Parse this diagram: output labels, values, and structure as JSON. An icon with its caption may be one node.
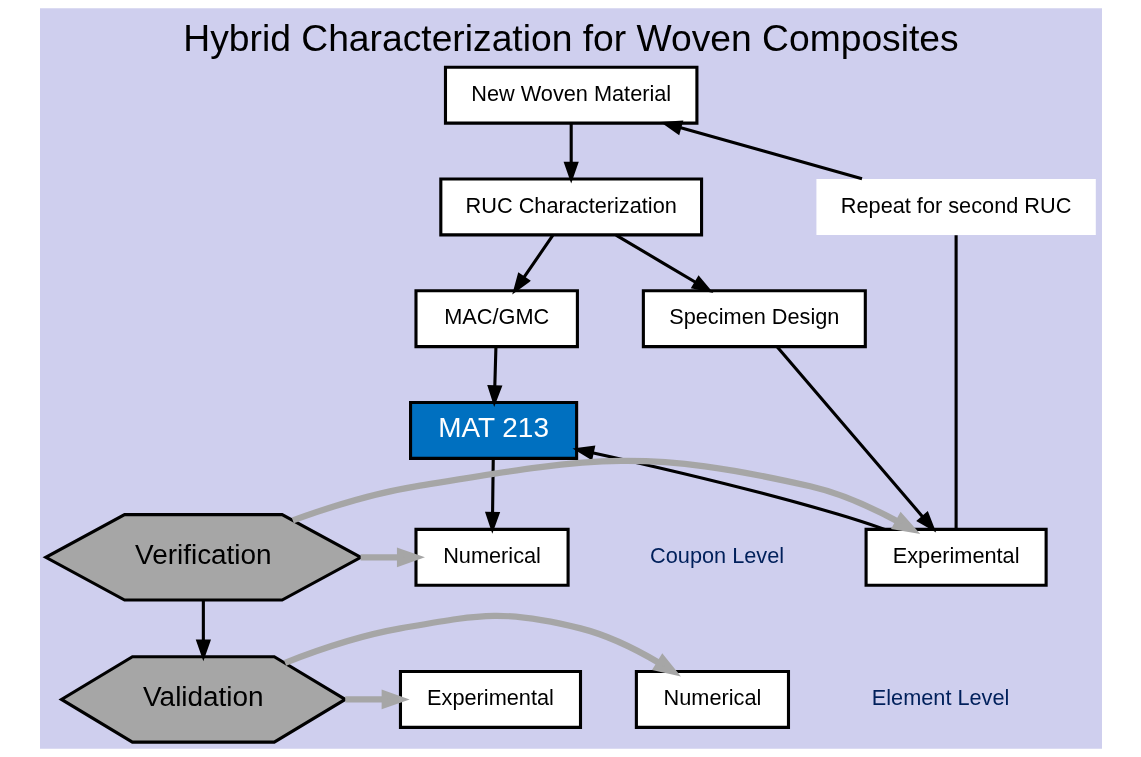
{
  "diagram": {
    "title": "Hybrid Characterization for Woven Composites",
    "nodes": [
      {
        "text": [
          "New Woven Material"
        ]
      },
      {
        "text": [
          "RUC Characterization"
        ]
      },
      {
        "text": [
          "Specimen Design"
        ]
      },
      {
        "text": [
          "MAC/GMC"
        ]
      },
      {
        "text": [
          "MAT 213"
        ]
      },
      {
        "text": [
          "Experimental"
        ]
      },
      {
        "text": [
          "Verification"
        ]
      },
      {
        "text": [
          "Numerical"
        ]
      },
      {
        "text": [
          "Experimental"
        ]
      },
      {
        "text": [
          "Validation"
        ]
      },
      {
        "text": [
          "Numerical"
        ]
      },
      {
        "text": [
          "Repeat for second RUC"
        ]
      }
    ],
    "edges": [
      {
        "from": 0,
        "to": 1,
        "arrow": "to"
      },
      {
        "from": 1,
        "to": 2,
        "arrow": "to"
      },
      {
        "from": 1,
        "to": 3,
        "arrow": "to"
      },
      {
        "from": 2,
        "to": 5,
        "arrow": "to"
      },
      {
        "from": 3,
        "to": 4,
        "arrow": "to"
      },
      {
        "from": 5,
        "to": 4,
        "arrow": "to"
      },
      {
        "from": 4,
        "to": 7,
        "arrow": "to"
      },
      {
        "from": 6,
        "to": 5,
        "arrow": "to",
        "style": "thick",
        "color": "#a6a6a6"
      },
      {
        "from": 6,
        "to": 7,
        "arrow": "to",
        "style": "thick",
        "color": "#a6a6a6"
      },
      {
        "from": 6,
        "to": 9,
        "arrow": "to"
      },
      {
        "from": 9,
        "to": 8,
        "arrow": "to",
        "style": "thick",
        "color": "#a6a6a6"
      },
      {
        "from": 9,
        "to": 10,
        "arrow": "to",
        "style": "thick",
        "color": "#a6a6a6"
      },
      {
        "from": 5,
        "to": 11,
        "arrow": "none"
      },
      {
        "from": 11,
        "to": 0,
        "arrow": "to"
      }
    ],
    "labels": [
      "Coupon Level",
      "Element Level"
    ]
  }
}
